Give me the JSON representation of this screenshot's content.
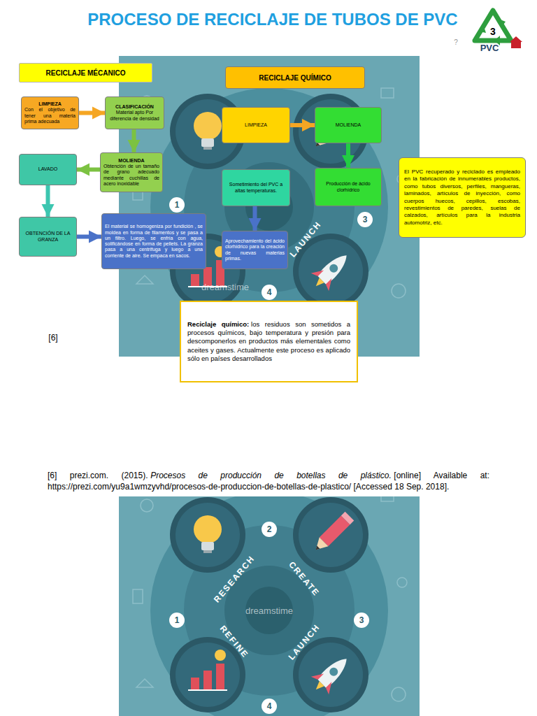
{
  "diagram": {
    "title": "PROCESO DE RECICLAJE DE TUBOS DE PVC",
    "nodes": [
      {
        "text": [
          "RECICLAJE MÉCANICO"
        ]
      },
      {
        "text": [
          "LIMPIEZA",
          "Con el objetivo de tener una materia prima adecuada"
        ]
      },
      {
        "text": [
          "CLASIFICACIÓN",
          "Material apto Por diferencia de densidad"
        ]
      },
      {
        "text": [
          "MOLIENDA",
          "Obtención de un tamaño de grano adecuado mediante cuchillas de acero inoxidable"
        ]
      },
      {
        "text": [
          "LAVADO"
        ]
      },
      {
        "text": [
          "OBTENCIÓN DE LA GRANZA"
        ]
      },
      {
        "text": [
          "El material se homogeniza por fundición , se moldea en forma de filamentos y se pasa a un filtro. Luego, se enfría con agua, solificándose en forma de pellets. La granza pasa a una centrifuga y luego a una corriente de aire. Se empaca en sacos."
        ]
      },
      {
        "text": [
          "RECICLAJE QUÍMICO"
        ]
      },
      {
        "text": [
          "LIMPIEZA"
        ]
      },
      {
        "text": [
          "MOLIENDA"
        ]
      },
      {
        "text": [
          "Sometimiento del PVC a altas temperaturas."
        ]
      },
      {
        "text": [
          "Producción de ácido clorhídrico"
        ]
      },
      {
        "text": [
          "Aprovechamiento del ácido clorhídrico para la creación de nuevas materias primas."
        ]
      },
      {
        "text": [
          "El PVC recuperado y reciclado es empleado en la fabricación de innumerables productos, como tubos diversos, perfiles, mangueras, laminados, artículos de inyección, como cuerpos huecos, cepillos, escobas, revestimientos de paredes, suelas de calzados, artículos para la industria automotriz, etc."
        ]
      },
      {
        "text": [
          "Reciclaje químico:",
          "los residuos son sometidos a procesos químicos, bajo temperatura y presión para descomponerlos en productos más elementales como aceites y gases. Actualmente este proceso es aplicado sólo en países desarrollados"
        ]
      }
    ],
    "edges": [
      {
        "from": 1,
        "to": 2,
        "arrow": "to"
      },
      {
        "from": 2,
        "to": 3,
        "arrow": "to"
      },
      {
        "from": 3,
        "to": 4,
        "arrow": "to"
      },
      {
        "from": 4,
        "to": 5,
        "arrow": "to"
      },
      {
        "from": 5,
        "to": 6,
        "arrow": "to"
      },
      {
        "from": 8,
        "to": 9,
        "arrow": "to"
      },
      {
        "from": 9,
        "to": 11,
        "arrow": "to"
      },
      {
        "from": 10,
        "to": 12,
        "arrow": "to"
      }
    ],
    "labels": [
      "?",
      "3",
      "PVC",
      "1",
      "3",
      "4",
      "LAUNCH",
      "dreamstime",
      "[6]",
      "[6] prezi.com. (2015).",
      "Procesos de producción de botellas de plástico.",
      "[online] Available at: https://prezi.com/yu9a1wmzyvhd/procesos-de-produccion-de-botellas-de-plastico/ [Accessed 18 Sep. 2018].",
      "2",
      "RESEARCH",
      "CREATE",
      "1",
      "3",
      "REFINE",
      "LAUNCH",
      "4",
      "dreamstime"
    ]
  }
}
